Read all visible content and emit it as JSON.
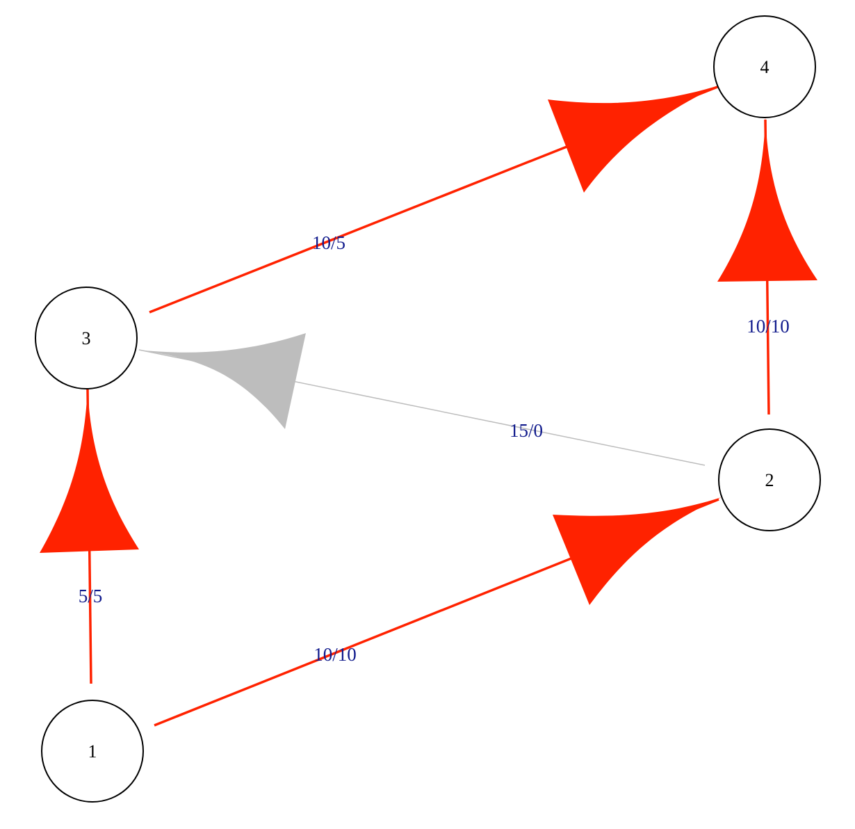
{
  "colors": {
    "flow_edge": "#ff2200",
    "empty_edge": "#bdbdbd",
    "edge_label": "#101a8c",
    "node_stroke": "#000000"
  },
  "nodes": [
    {
      "id": "1",
      "label": "1"
    },
    {
      "id": "2",
      "label": "2"
    },
    {
      "id": "3",
      "label": "3"
    },
    {
      "id": "4",
      "label": "4"
    }
  ],
  "edges": [
    {
      "from": "1",
      "to": "3",
      "label": "5/5",
      "color": "#ff2200"
    },
    {
      "from": "1",
      "to": "2",
      "label": "10/10",
      "color": "#ff2200"
    },
    {
      "from": "3",
      "to": "4",
      "label": "10/5",
      "color": "#ff2200"
    },
    {
      "from": "2",
      "to": "4",
      "label": "10/10",
      "color": "#ff2200"
    },
    {
      "from": "2",
      "to": "3",
      "label": "15/0",
      "color": "#bdbdbd"
    }
  ]
}
